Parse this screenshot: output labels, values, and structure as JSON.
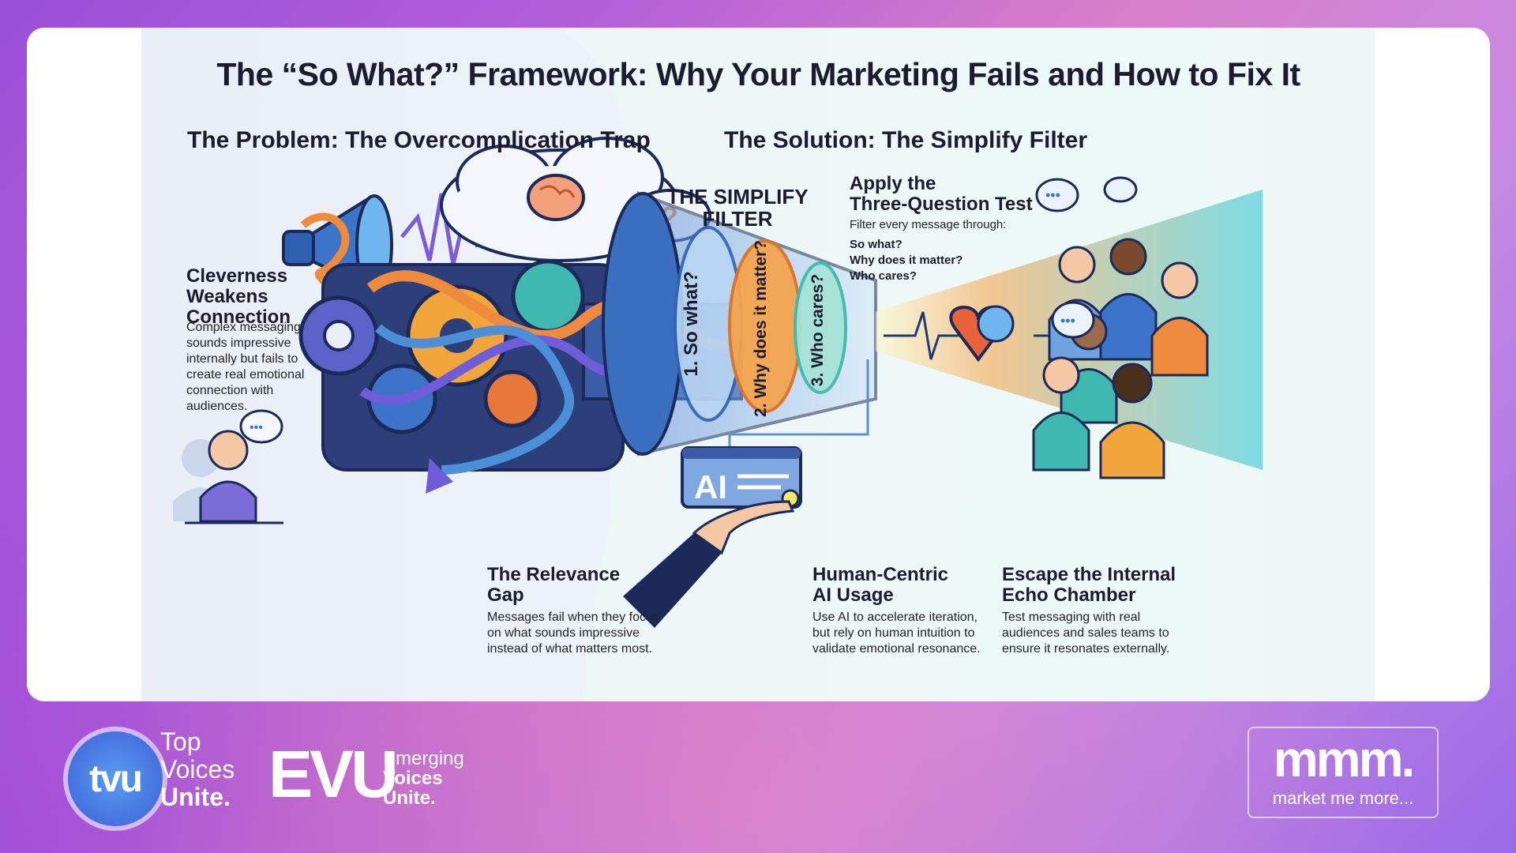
{
  "title": "The “So What?” Framework: Why Your Marketing Fails and How to Fix It",
  "problem": {
    "heading": "The Problem: The Overcomplication Trap",
    "cleverness": {
      "heading_lines": [
        "Cleverness",
        "Weakens",
        "Connection"
      ],
      "body_lines": [
        "Complex messaging",
        "sounds impressive",
        "internally but fails to",
        "create real emotional",
        "connection with",
        "audiences."
      ]
    },
    "relevance": {
      "heading_lines": [
        "The Relevance",
        "Gap"
      ],
      "body_lines": [
        "Messages fail when they focus",
        "on what sounds impressive",
        "instead of what matters most."
      ]
    }
  },
  "solution": {
    "heading": "The Solution: The Simplify Filter",
    "filter_label_lines": [
      "THE SIMPLIFY",
      "FILTER"
    ],
    "funnel_rings": [
      "1. So what?",
      "2. Why does it matter?",
      "3. Who cares?"
    ],
    "ai_screen_label": "AI",
    "three_question": {
      "heading_lines": [
        "Apply the",
        "Three-Question Test"
      ],
      "intro": "Filter every message through:",
      "questions": [
        "So what?",
        "Why does it matter?",
        "Who cares?"
      ]
    },
    "human_ai": {
      "heading_lines": [
        "Human-Centric",
        "AI Usage"
      ],
      "body_lines": [
        "Use AI to accelerate iteration,",
        "but rely on human intuition to",
        "validate emotional resonance."
      ]
    },
    "echo": {
      "heading_lines": [
        "Escape the Internal",
        "Echo Chamber"
      ],
      "body_lines": [
        "Test messaging with real",
        "audiences and sales teams to",
        "ensure it resonates externally."
      ]
    }
  },
  "footer": {
    "tvu": {
      "mark": "tvu",
      "lines": [
        "Top",
        "Voices",
        "Unite."
      ]
    },
    "evu": {
      "mark": "EVU",
      "lines": [
        "Emerging",
        "Voices",
        "Unite."
      ]
    },
    "mmm": {
      "mark": "mmm.",
      "tagline": "market me more..."
    }
  },
  "colors": {
    "accent_purple": "#9b4fd8",
    "orange": "#f08a3c",
    "teal": "#3fb8b0",
    "blue": "#3b74c8"
  }
}
